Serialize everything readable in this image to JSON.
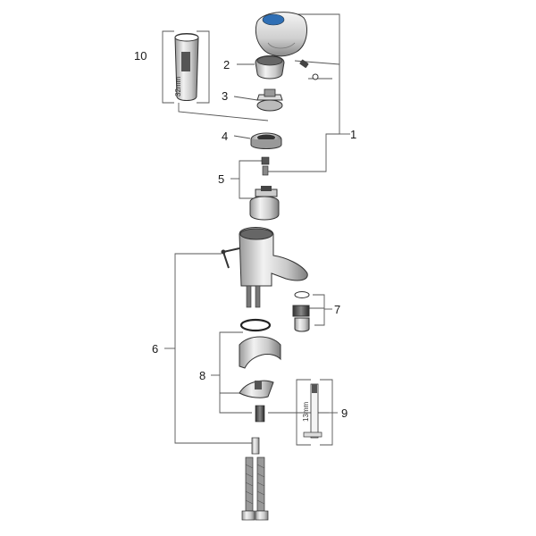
{
  "callouts": {
    "c1": "1",
    "c2": "2",
    "c3": "3",
    "c4": "4",
    "c5": "5",
    "c6": "6",
    "c7": "7",
    "c8": "8",
    "c9": "9",
    "c10": "10"
  },
  "tool_labels": {
    "wrench_size": "32mm",
    "key_size": "13mm"
  },
  "colors": {
    "metal_light": "#e6e6e6",
    "metal_mid": "#bdbdbd",
    "metal_dark": "#6f6f6f",
    "line": "#555555"
  }
}
